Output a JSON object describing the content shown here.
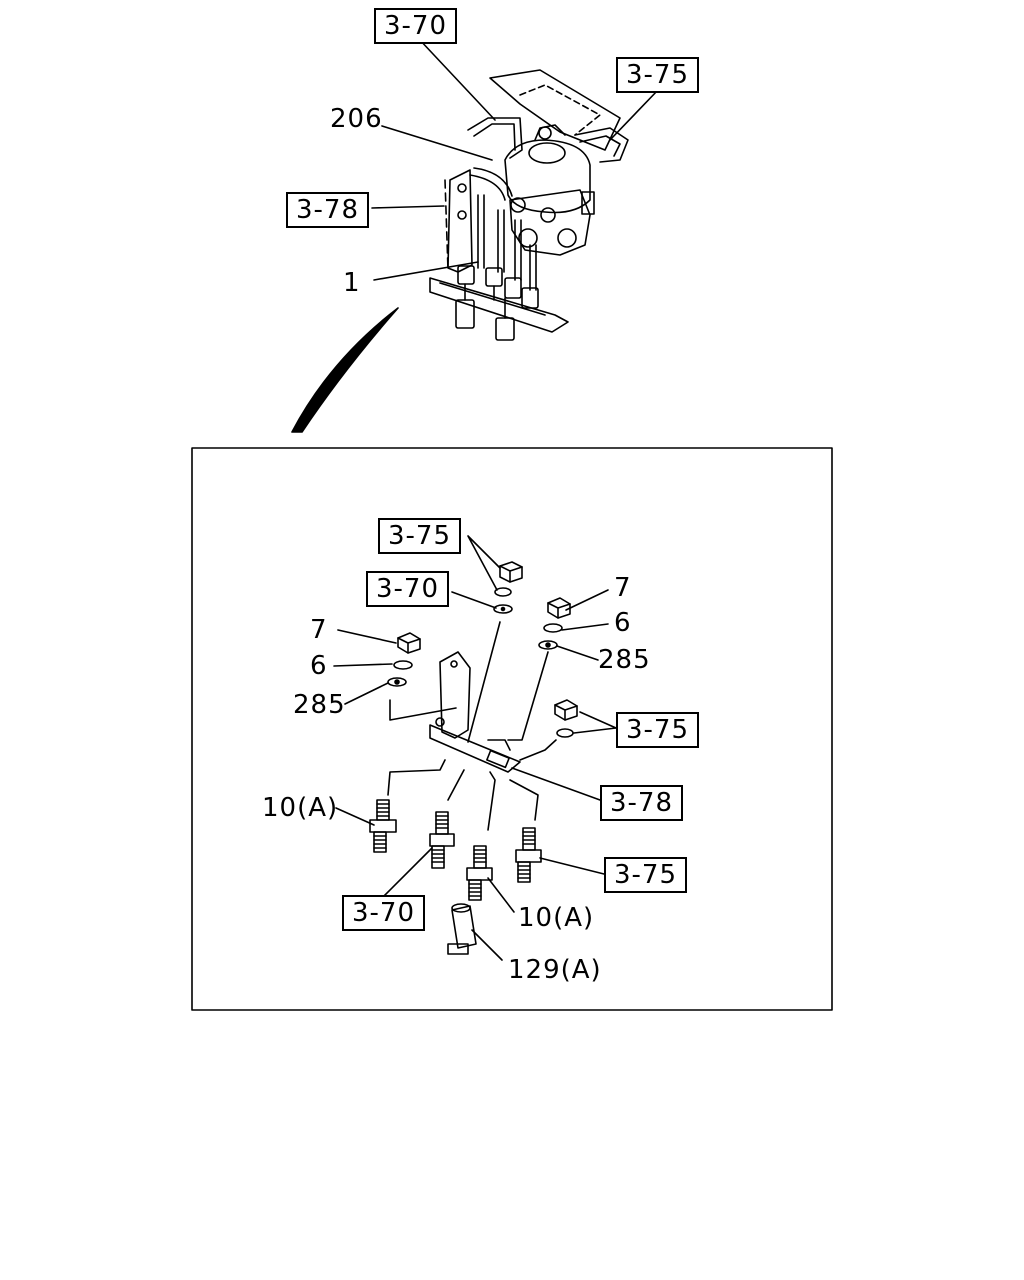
{
  "diagram": {
    "top_assembly": {
      "callouts": {
        "ref_3_70": "3-70",
        "ref_3_75": "3-75",
        "ref_3_78": "3-78",
        "part_206": "206",
        "part_1": "1"
      }
    },
    "detail_view": {
      "callouts": {
        "ref_3_75_top": "3-75",
        "ref_3_70_top": "3-70",
        "part_7_right": "7",
        "part_6_right": "6",
        "part_285_right": "285",
        "part_7_left": "7",
        "part_6_left": "6",
        "part_285_left": "285",
        "ref_3_75_mid": "3-75",
        "ref_3_78": "3-78",
        "part_10a_left": "10(A)",
        "ref_3_75_bottom": "3-75",
        "ref_3_70_bottom": "3-70",
        "part_10a_right": "10(A)",
        "part_129a": "129(A)"
      }
    }
  }
}
